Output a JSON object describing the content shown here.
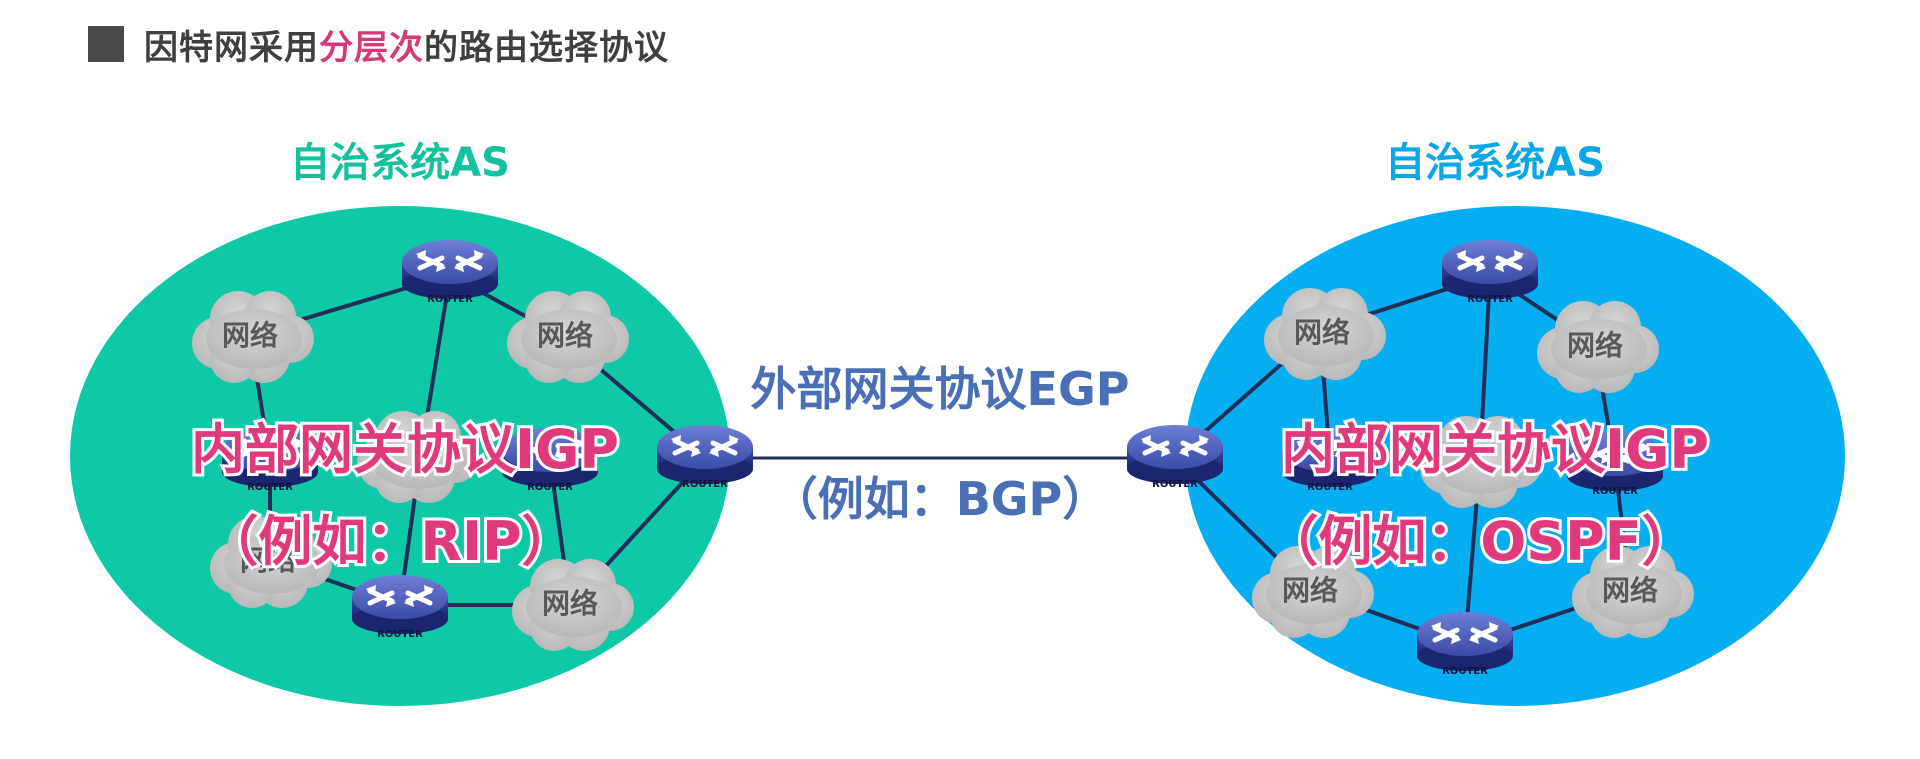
{
  "header": {
    "title_prefix": "因特网采用",
    "title_highlight": "分层次",
    "title_suffix": "的路由选择协议"
  },
  "left_as": {
    "label": "自治系统AS",
    "igp_line1": "内部网关协议IGP",
    "igp_line2": "（例如：RIP）"
  },
  "right_as": {
    "label": "自治系统AS",
    "igp_line1": "内部网关协议IGP",
    "igp_line2": "（例如：OSPF）"
  },
  "egp": {
    "line1": "外部网关协议EGP",
    "line2": "（例如：BGP）"
  },
  "router_text": "ROUTER",
  "cloud_text": "网络",
  "colors": {
    "left_ellipse": "#0ec8a6",
    "right_ellipse": "#05aef0",
    "left_label": "#13c29c",
    "right_label": "#0aa6e6",
    "igp_text": "#e03a7c",
    "egp_text": "#4a6fb5",
    "title_highlight": "#d33a7a",
    "router_body": "#3b4aa8",
    "cloud": "#bdbdbd"
  }
}
